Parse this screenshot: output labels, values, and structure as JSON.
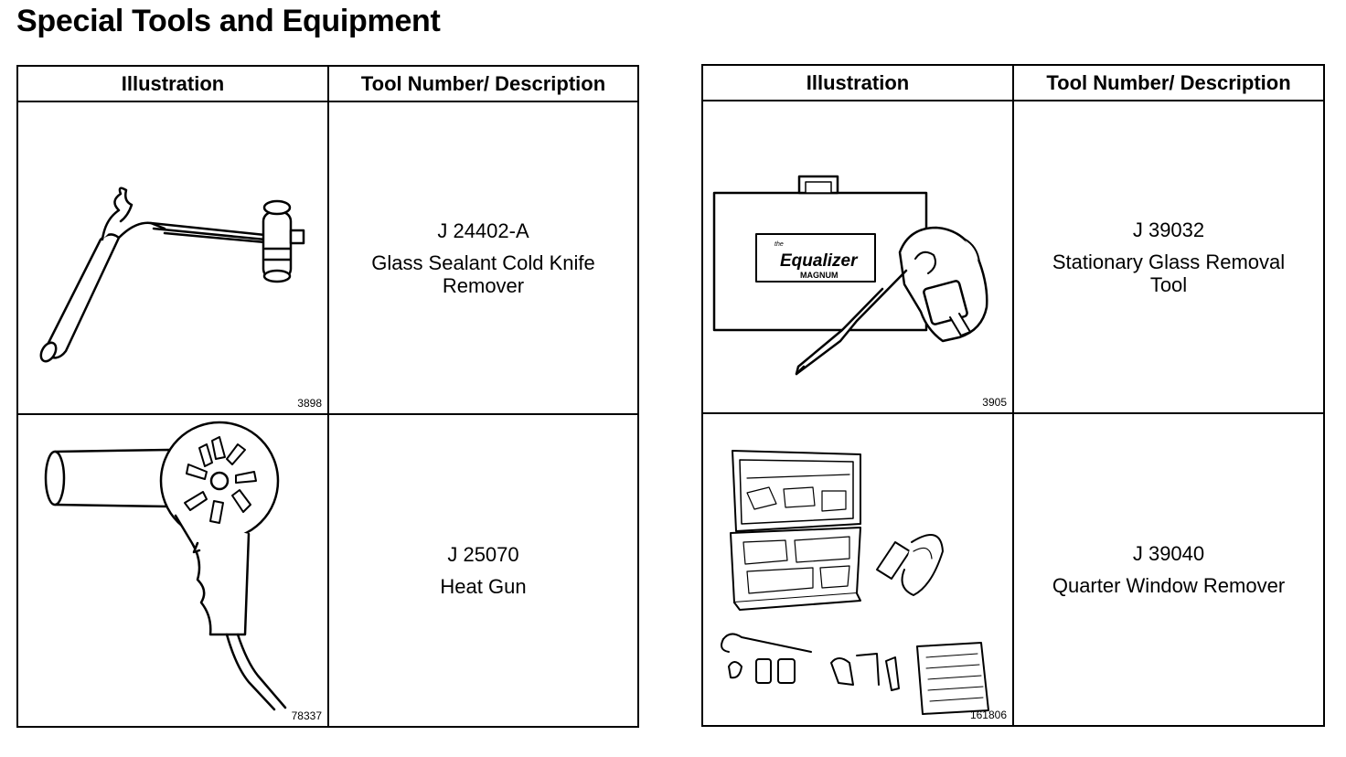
{
  "page": {
    "title": "Special Tools and Equipment"
  },
  "headers": {
    "illustration": "Illustration",
    "tool": "Tool Number/ Description"
  },
  "tables": [
    {
      "rows": [
        {
          "figure": "3898",
          "icon": "cold-knife-drawing",
          "number": "J 24402-A",
          "description": "Glass Sealant Cold Knife Remover"
        },
        {
          "figure": "78337",
          "icon": "heat-gun-drawing",
          "number": "J 25070",
          "description": "Heat Gun"
        }
      ]
    },
    {
      "rows": [
        {
          "figure": "3905",
          "icon": "equalizer-tool-drawing",
          "number": "J 39032",
          "description": "Stationary Glass Removal Tool",
          "case_label_small": "the",
          "case_label_brand": "Equalizer",
          "case_label_model": "MAGNUM"
        },
        {
          "figure": "161806",
          "icon": "tool-kit-drawing",
          "number": "J 39040",
          "description": "Quarter Window Remover"
        }
      ]
    }
  ]
}
